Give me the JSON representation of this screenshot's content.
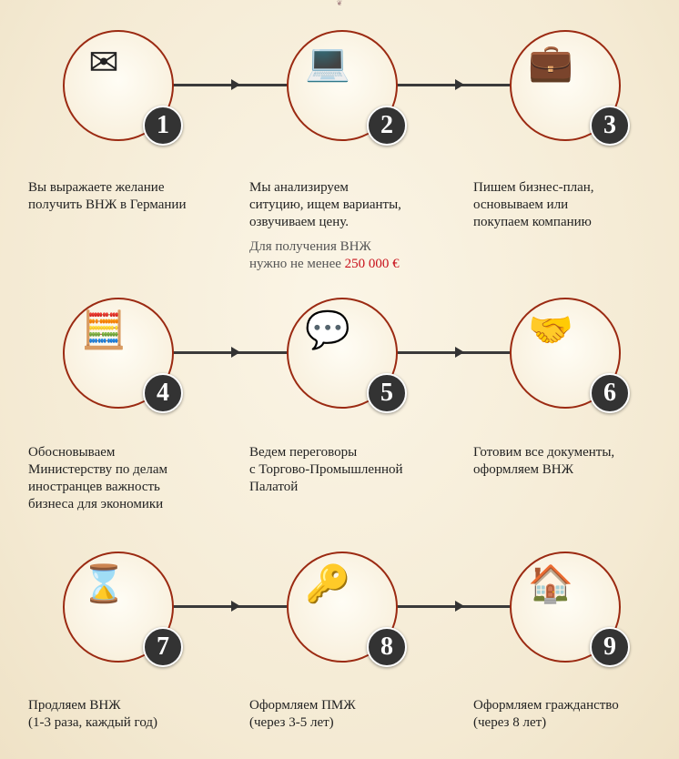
{
  "ornament": "❦",
  "steps": [
    {
      "number": "1",
      "icon": "envelope-pen-icon",
      "glyph": "✉",
      "text": "Вы выражаете желание\nполучить ВНЖ в Германии"
    },
    {
      "number": "2",
      "icon": "laptop-money-icon",
      "glyph": "💻",
      "text": "Мы анализируем\nситуцию, ищем варианты,\nозвучиваем цену."
    },
    {
      "number": "3",
      "icon": "briefcase-icon",
      "glyph": "💼",
      "text": "Пишем бизнес-план,\nосновываем или\nпокупаем компанию"
    },
    {
      "number": "4",
      "icon": "calculator-icon",
      "glyph": "🧮",
      "text": "Обосновываем\nМинистерству по делам\nиностранцев важность\nбизнеса для экономики"
    },
    {
      "number": "5",
      "icon": "pen-speech-bubbles-icon",
      "glyph": "💬",
      "text": "Ведем переговоры\nс Торгово-Промышленной\nПалатой"
    },
    {
      "number": "6",
      "icon": "handshake-icon",
      "glyph": "🤝",
      "text": "Готовим все документы,\nоформляем ВНЖ"
    },
    {
      "number": "7",
      "icon": "hourglass-documents-icon",
      "glyph": "⌛",
      "text": "Продляем ВНЖ\n(1-3 раза, каждый год)"
    },
    {
      "number": "8",
      "icon": "keys-id-card-icon",
      "glyph": "🔑",
      "text": "Оформляем ПМЖ\n(через 3-5 лет)"
    },
    {
      "number": "9",
      "icon": "house-passport-icon",
      "glyph": "🏠",
      "text": "Оформляем гражданство\n(через 8 лет)"
    }
  ],
  "note": {
    "text": "Для получения ВНЖ\nнужно не менее ",
    "amount": "250 000 €"
  }
}
